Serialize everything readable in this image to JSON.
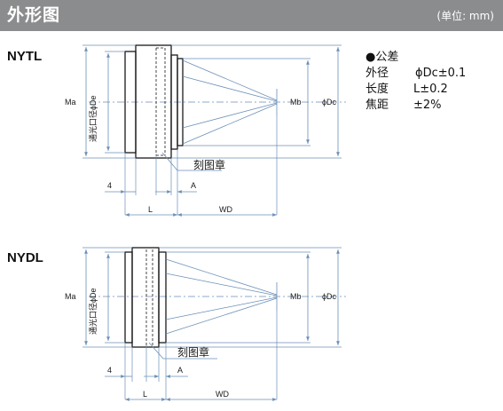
{
  "header": {
    "title": "外形图",
    "unit": "(单位: mm)"
  },
  "tolerance": {
    "heading": "●公差",
    "rows": [
      {
        "label": "外径",
        "value": "ϕDc±0.1"
      },
      {
        "label": "长度",
        "value": "L±0.2"
      },
      {
        "label": "焦距",
        "value": "±2%"
      }
    ]
  },
  "diagrams": [
    {
      "model": "NYTL",
      "labels": {
        "aperture": "通光口径ϕDe",
        "ma": "Ma",
        "mb": "Mb",
        "dc": "ϕDc",
        "engraving": "刻图章",
        "dim4": "4",
        "dimA": "A",
        "dimL": "L",
        "dimWD": "WD"
      }
    },
    {
      "model": "NYDL",
      "labels": {
        "aperture": "通光口径ϕDe",
        "ma": "Ma",
        "mb": "Mb",
        "dc": "ϕDc",
        "engraving": "刻图章",
        "dim4": "4",
        "dimA": "A",
        "dimL": "L",
        "dimWD": "WD"
      }
    }
  ],
  "colors": {
    "header_bg": "#8b8c8e",
    "drawing": "#1a1a1a",
    "dimension": "#6b8fb8"
  }
}
